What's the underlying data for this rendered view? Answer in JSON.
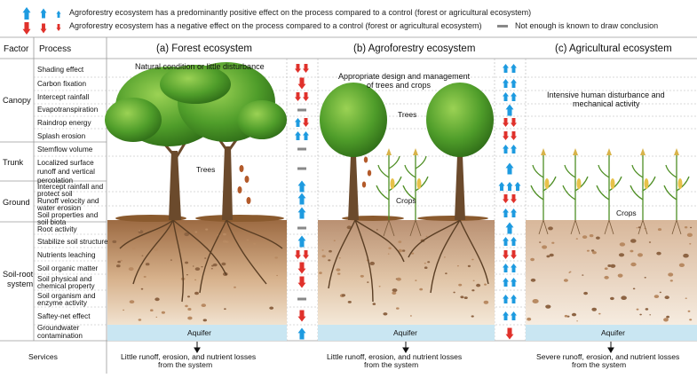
{
  "legend": {
    "positive": "Agroforestry ecosystem has a predominantly positive effect on the process compared to a control (forest or agricultural ecosystem)",
    "negative": "Agroforestry ecosystem has a negative effect on the process compared to a control (forest or agricultural ecosystem)",
    "unknown": "Not enough is known to draw conclusion"
  },
  "headers": {
    "factor": "Factor",
    "process": "Process",
    "forest": "(a) Forest ecosystem",
    "agroforestry": "(b) Agroforestry ecosystem",
    "agricultural": "(c) Agricultural ecosystem"
  },
  "factors": {
    "canopy": "Canopy",
    "trunk": "Trunk",
    "ground": "Ground",
    "soil_root_1": "Soil-root",
    "soil_root_2": "system"
  },
  "processes": {
    "p1": "Shading effect",
    "p2": "Carbon fixation",
    "p3": "Intercept rainfall",
    "p4": "Evapotranspiration",
    "p5": "Raindrop energy",
    "p6": "Splash erosion",
    "p7": "Stemflow volume",
    "p8a": "Localized surface",
    "p8b": "runoff and vertical",
    "p8c": "percolation",
    "p9a": "Intercept rainfall and",
    "p9b": "protect soil",
    "p10a": "Runoff velocity and",
    "p10b": "water erosion",
    "p11a": "Soil properties and",
    "p11b": "soil biota",
    "p12": "Root activity",
    "p13": "Stabilize soil structure",
    "p14": "Nutrients leaching",
    "p15": "Soil organic matter",
    "p16a": "Soil physical and",
    "p16b": "chemical property",
    "p17a": "Soil organism and",
    "p17b": "enzyme activity",
    "p18": "Saftey-net effect",
    "p19a": "Groundwater",
    "p19b": "contamination"
  },
  "notes": {
    "forest": "Natural condition or little disturbance",
    "agro_1": "Appropriate design and management",
    "agro_2": "of trees and crops",
    "agri_1": "Intensive human disturbance and",
    "agri_2": "mechanical activity"
  },
  "labels": {
    "trees_forest": "Trees",
    "trees_agro": "Trees",
    "crops_agro": "Crops",
    "crops_agri": "Crops",
    "aquifer": "Aquifer"
  },
  "services": {
    "label": "Services",
    "forest_1": "Little runoff, erosion, and nutrient losses",
    "forest_2": "from the system",
    "agro_1": "Little runoff, erosion, and nutrient losses",
    "agro_2": "from the system",
    "agri_1": "Severe runoff, erosion, and nutrient losses",
    "agri_2": "from the system"
  },
  "colors": {
    "positive": "#1e9be0",
    "negative": "#e0312b",
    "unknown": "#888888",
    "aquifer": "#c9e6f2",
    "soil_top": "#a9774f",
    "soil_bottom": "#f3e6d6",
    "tree_green": "#5aa630"
  },
  "arrows": {
    "vs_forest": [
      [
        "neg",
        "neg"
      ],
      [
        "neg"
      ],
      [
        "neg",
        "neg"
      ],
      [
        "unk"
      ],
      [
        "pos",
        "neg"
      ],
      [
        "pos",
        "pos"
      ],
      [
        "unk"
      ],
      [
        "unk"
      ],
      [
        "pos"
      ],
      [
        "pos"
      ],
      [
        "pos"
      ],
      [
        "unk"
      ],
      [
        "pos"
      ],
      [
        "neg",
        "neg"
      ],
      [
        "neg"
      ],
      [
        "neg"
      ],
      [
        "unk"
      ],
      [
        "neg"
      ],
      [
        "pos"
      ]
    ],
    "vs_agricultural": [
      [
        "pos",
        "pos"
      ],
      [
        "pos",
        "pos"
      ],
      [
        "pos",
        "pos"
      ],
      [
        "pos"
      ],
      [
        "neg",
        "neg"
      ],
      [
        "neg",
        "neg"
      ],
      [
        "pos",
        "pos"
      ],
      [
        "pos"
      ],
      [
        "pos",
        "pos",
        "pos"
      ],
      [
        "neg",
        "neg"
      ],
      [
        "pos",
        "pos"
      ],
      [
        "pos"
      ],
      [
        "pos",
        "pos"
      ],
      [
        "neg",
        "neg"
      ],
      [
        "pos",
        "pos"
      ],
      [
        "pos",
        "pos"
      ],
      [
        "pos",
        "pos"
      ],
      [
        "pos",
        "pos"
      ],
      [
        "neg"
      ]
    ]
  }
}
